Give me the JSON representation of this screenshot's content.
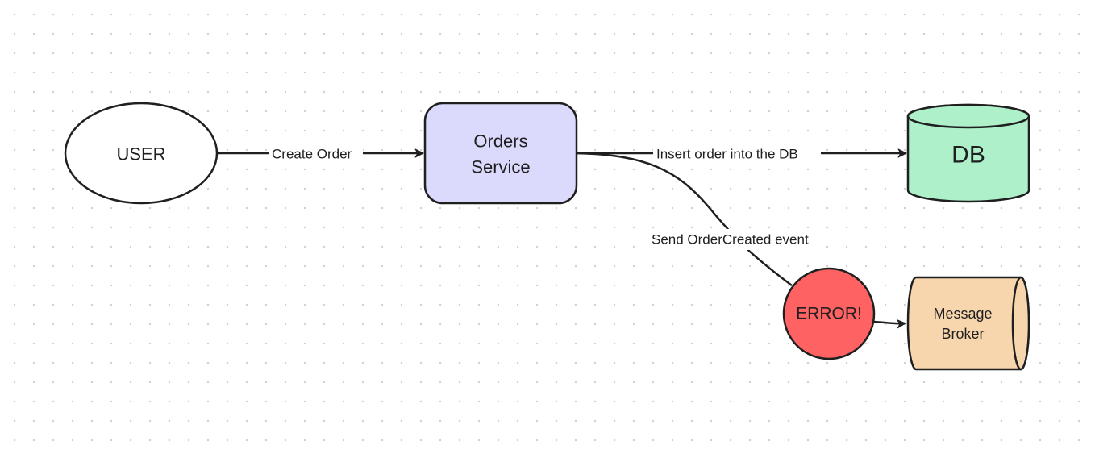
{
  "colors": {
    "user_fill": "#ffffff",
    "orders_fill": "#dcdafc",
    "db_fill": "#adf0c9",
    "error_fill": "#ff6262",
    "broker_fill": "#f7d5ad",
    "stroke": "#1f1f1f"
  },
  "nodes": {
    "user": {
      "label": "USER"
    },
    "orders_service": {
      "line1": "Orders",
      "line2": "Service"
    },
    "db": {
      "label": "DB"
    },
    "error": {
      "label": "ERROR!"
    },
    "message_broker": {
      "line1": "Message",
      "line2": "Broker"
    }
  },
  "edges": {
    "create_order": {
      "label": "Create Order"
    },
    "insert_order": {
      "label": "Insert order into the DB"
    },
    "send_event": {
      "label": "Send OrderCreated event"
    },
    "error_to_broker": {
      "label": ""
    }
  }
}
